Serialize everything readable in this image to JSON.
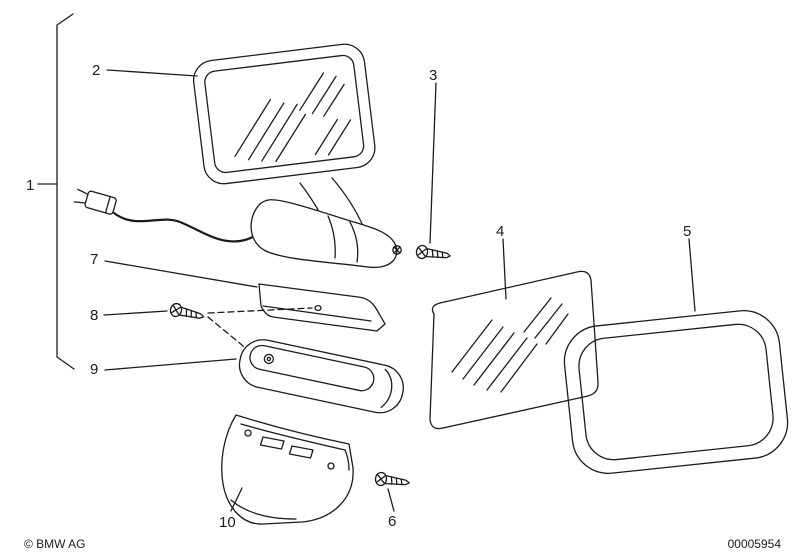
{
  "meta": {
    "copyright": "© BMW AG",
    "doc_number": "00005954"
  },
  "callouts": [
    "1",
    "2",
    "3",
    "4",
    "5",
    "6",
    "7",
    "8",
    "9",
    "10"
  ],
  "colors": {
    "line": "#1c1c1c",
    "background": "#ffffff"
  }
}
